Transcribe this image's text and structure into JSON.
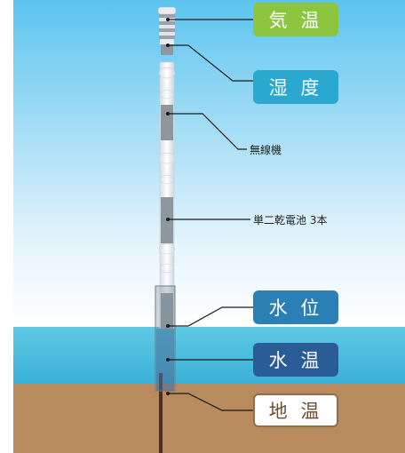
{
  "labels": {
    "air_temp": "気 温",
    "humidity": "湿 度",
    "radio": "無線機",
    "battery": "単二乾電池 3本",
    "water_level": "水 位",
    "water_temp": "水 温",
    "ground_temp": "地 温"
  },
  "colors": {
    "air_temp": "#8cc63f",
    "humidity": "#2aa8cf",
    "water_level": "#2a80b4",
    "water_temp": "#2a5d96",
    "ground_temp_border": "#8b6e4e",
    "sky_top": "#5cc4ef",
    "sky_bottom": "#ffffff",
    "water": "#55c3e2",
    "ground": "#b98a5e"
  }
}
